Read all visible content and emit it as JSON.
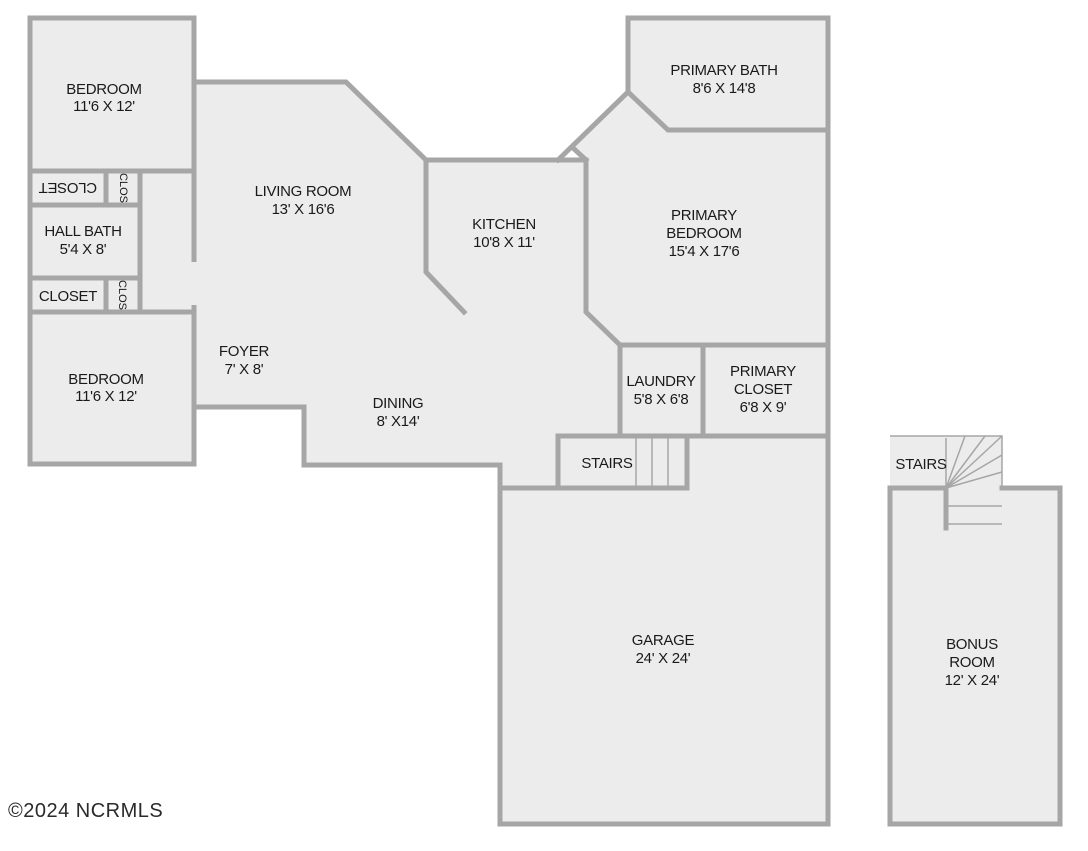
{
  "rooms": {
    "bedroom_top": {
      "name": "BEDROOM",
      "size": "11'6 X 12'"
    },
    "closet_top": {
      "name": "CLOSET"
    },
    "clos_top": {
      "name": "CLOS"
    },
    "hall_bath": {
      "name": "HALL BATH",
      "size": "5'4 X 8'"
    },
    "closet_bottom": {
      "name": "CLOSET"
    },
    "clos_bottom": {
      "name": "CLOS"
    },
    "bedroom_bottom": {
      "name": "BEDROOM",
      "size": "11'6 X 12'"
    },
    "living_room": {
      "name": "LIVING ROOM",
      "size": "13' X 16'6"
    },
    "foyer": {
      "name": "FOYER",
      "size": "7' X 8'"
    },
    "dining": {
      "name": "DINING",
      "size": "8' X14'"
    },
    "kitchen": {
      "name": "KITCHEN",
      "size": "10'8 X 11'"
    },
    "primary_bath": {
      "name": "PRIMARY BATH",
      "size": "8'6 X 14'8"
    },
    "primary_bedroom": {
      "name_line1": "PRIMARY",
      "name_line2": "BEDROOM",
      "size": "15'4 X 17'6"
    },
    "laundry": {
      "name": "LAUNDRY",
      "size": "5'8 X 6'8"
    },
    "primary_closet": {
      "name_line1": "PRIMARY",
      "name_line2": "CLOSET",
      "size": "6'8 X 9'"
    },
    "stairs_main": {
      "name": "STAIRS"
    },
    "garage": {
      "name": "GARAGE",
      "size": "24' X 24'"
    },
    "stairs_bonus": {
      "name": "STAIRS"
    },
    "bonus_room": {
      "name_line1": "BONUS",
      "name_line2": "ROOM",
      "size": "12' X 24'"
    }
  },
  "copyright": "©2024 NCRMLS",
  "colors": {
    "wall": "#a6a6a6",
    "floor": "#ececec",
    "text": "#1a1a1a"
  }
}
